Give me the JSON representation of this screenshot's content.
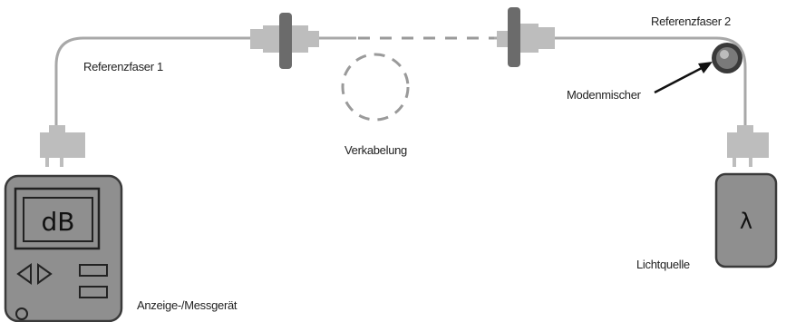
{
  "labels": {
    "ref_fiber_1": "Referenzfaser 1",
    "ref_fiber_2": "Referenzfaser 2",
    "mode_mixer": "Modenmischer",
    "cabling": "Verkabelung",
    "meter": "Anzeige-/Messgerät",
    "light_source": "Lichtquelle",
    "meter_unit": "dB",
    "source_symbol": "λ"
  },
  "colors": {
    "cable": "#a8a8a8",
    "connector_light": "#bdbdbd",
    "connector_dark": "#6b6b6b",
    "device_fill": "#8f8f8f",
    "dashed": "#9a9a9a"
  }
}
